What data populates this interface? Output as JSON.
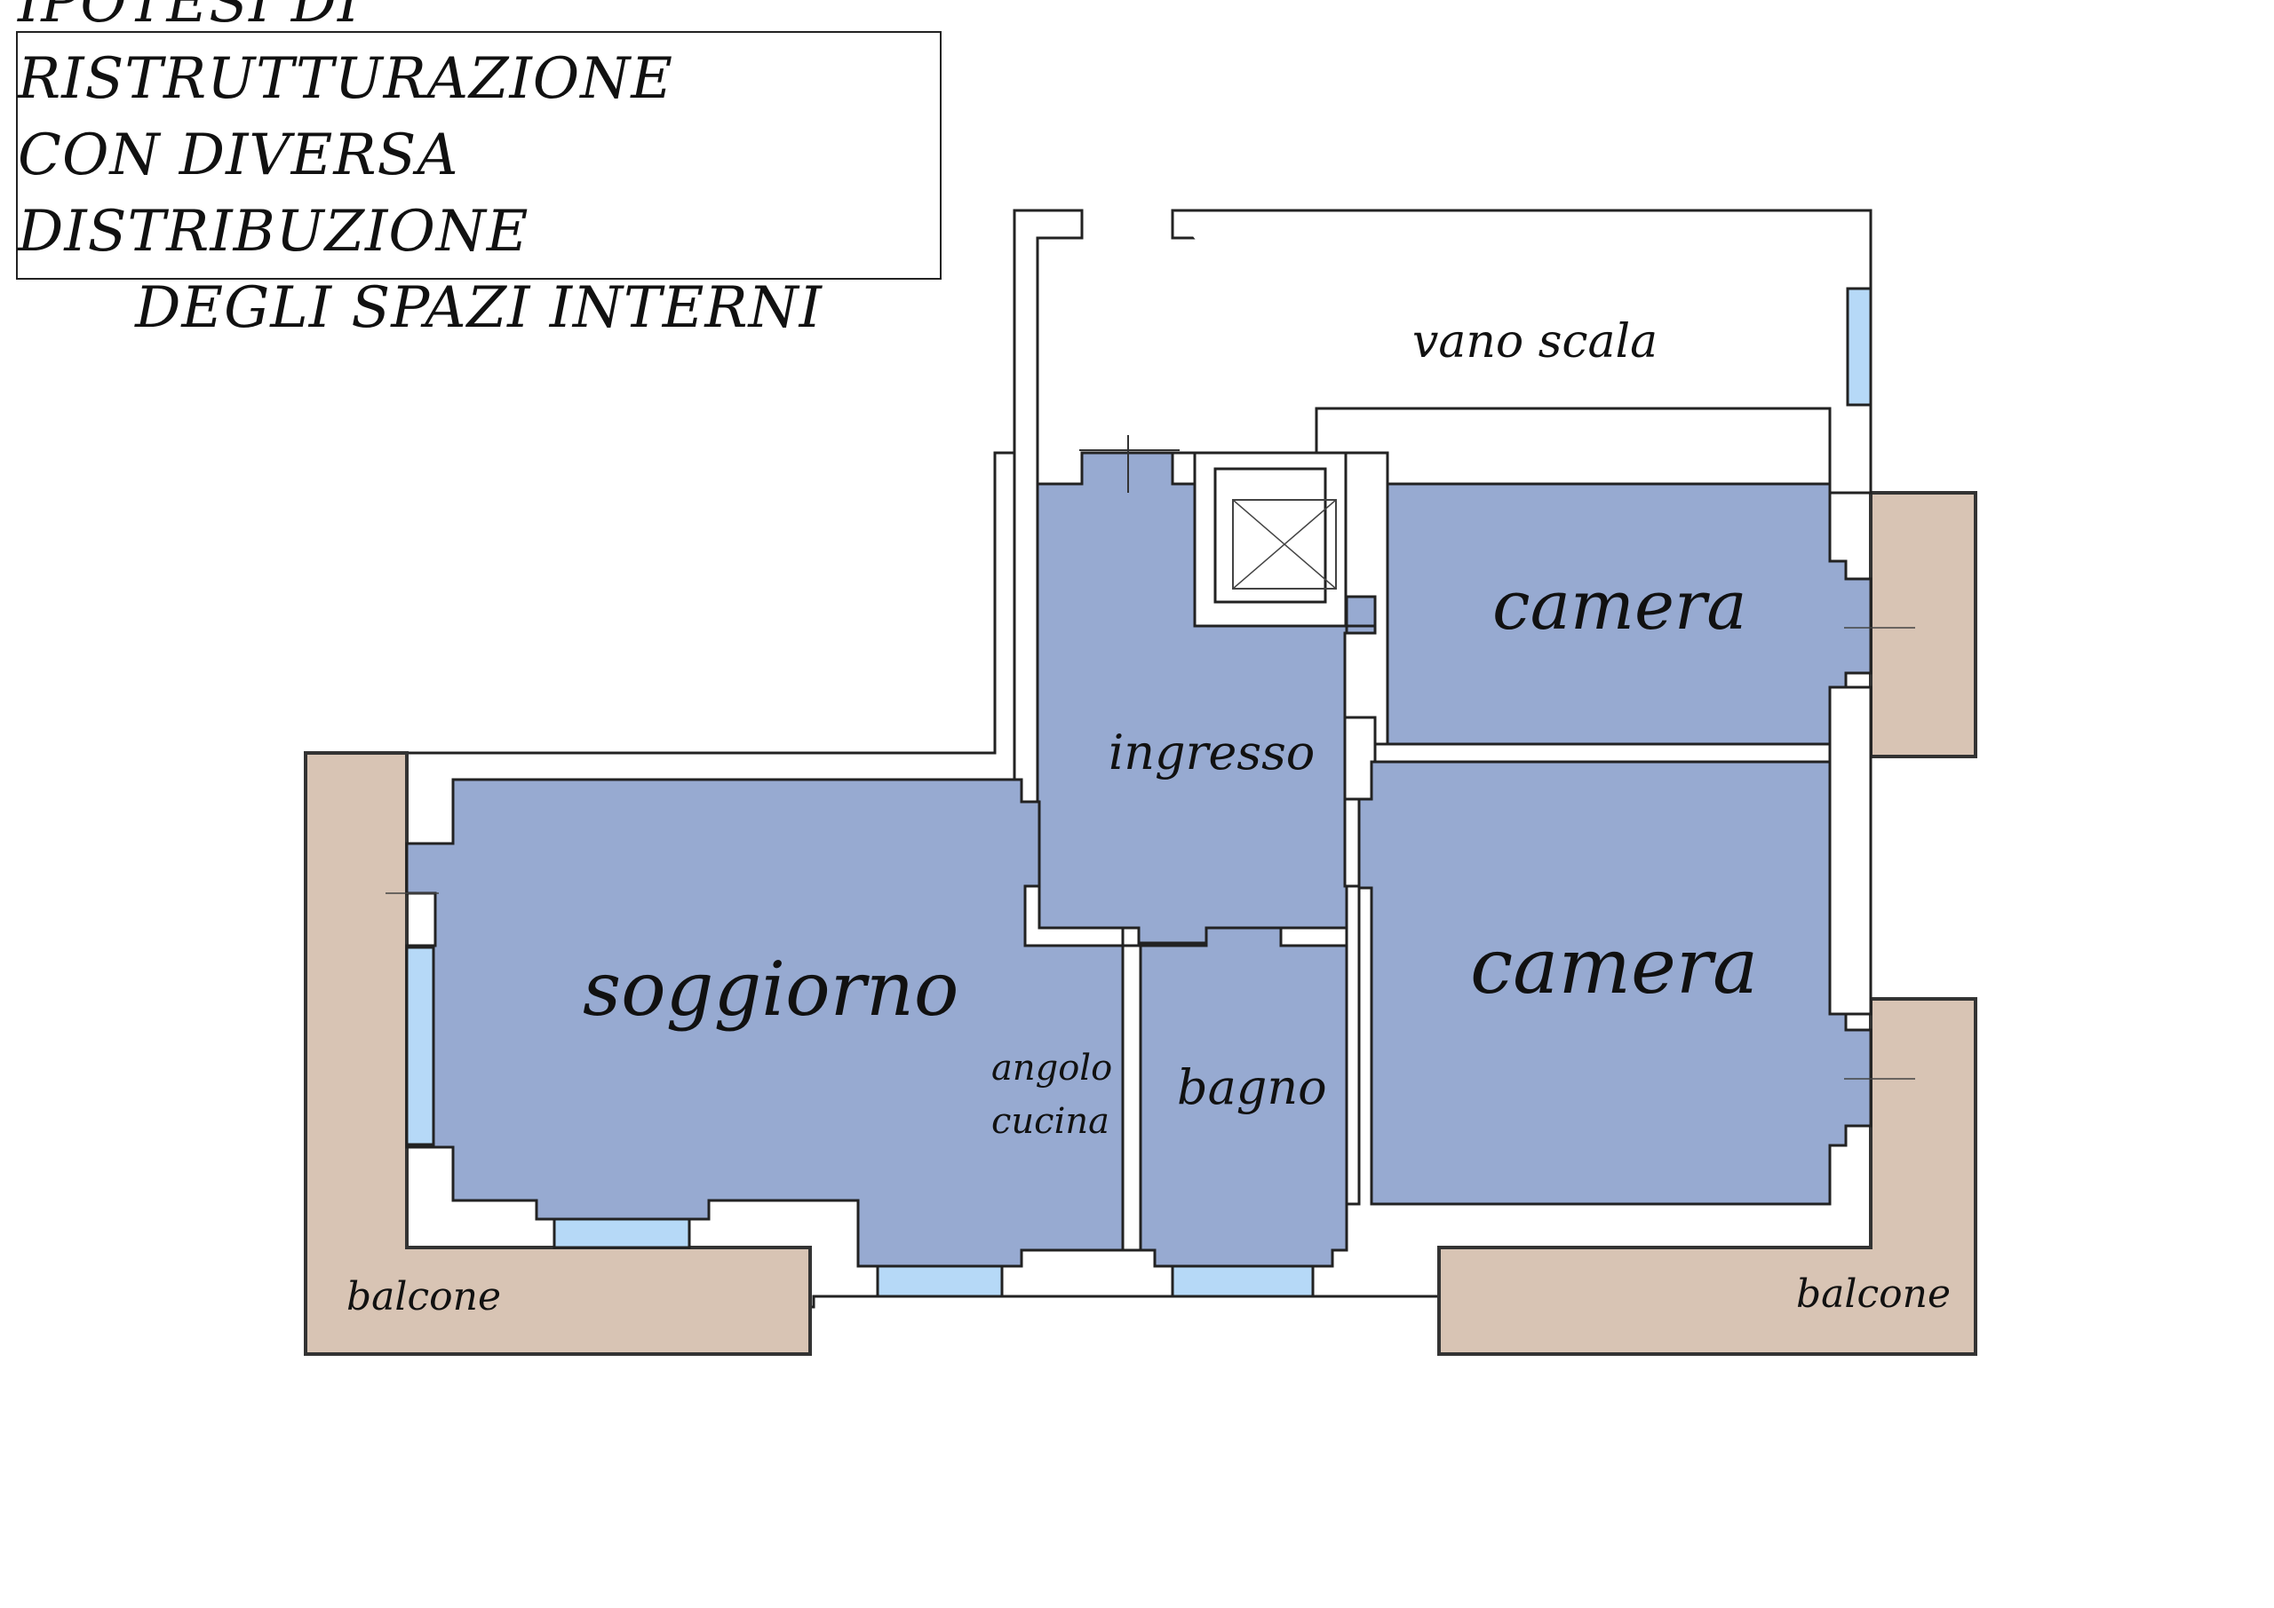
{
  "title": {
    "line1": "IPOTESI DI RISTRUTTURAZIONE",
    "line2": "CON DIVERSA DISTRIBUZIONE",
    "line3": "DEGLI SPAZI INTERNI"
  },
  "rooms": {
    "vano_scala": "vano scala",
    "camera_top": "camera",
    "ingresso": "ingresso",
    "soggiorno": "soggiorno",
    "angolo_cucina_1": "angolo",
    "angolo_cucina_2": "cucina",
    "bagno": "bagno",
    "camera_bottom": "camera",
    "balcone_left": "balcone",
    "balcone_right": "balcone"
  },
  "colors": {
    "room_fill": "#97aad1",
    "balcony_fill": "#d8c4b4",
    "window_fill": "#b6d9f7",
    "wall_line": "#222222"
  },
  "icons": [
    "elevator-shaft-icon"
  ]
}
